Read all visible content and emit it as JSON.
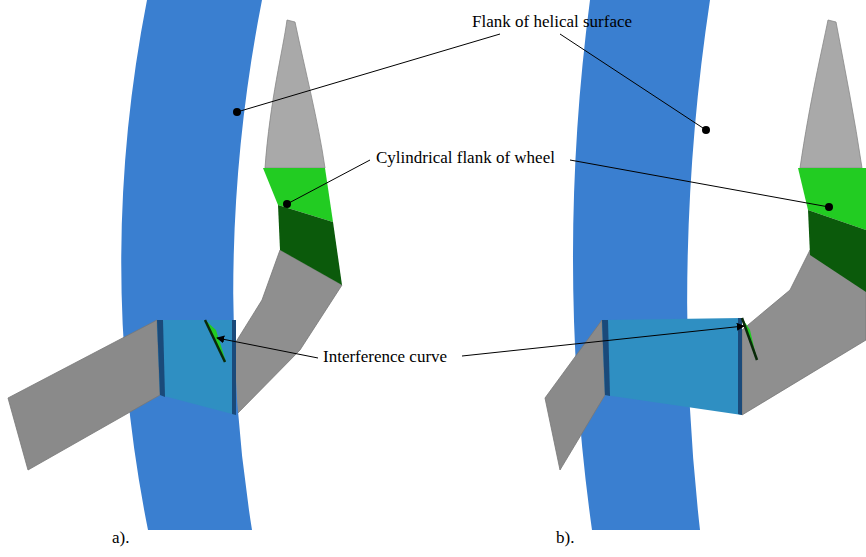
{
  "diagram": {
    "labels": [
      "Flank of helical surface",
      "Cylindrical flank of wheel",
      "Interference curve",
      "a).",
      "b)."
    ]
  }
}
